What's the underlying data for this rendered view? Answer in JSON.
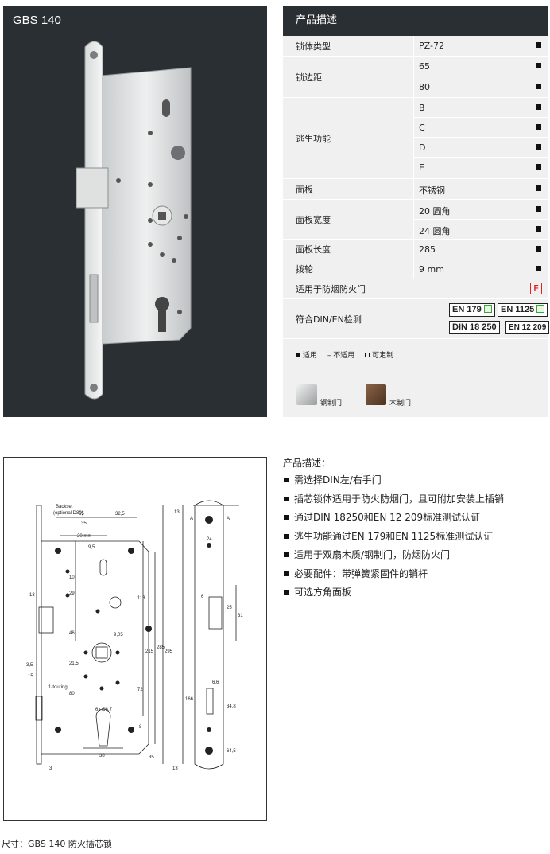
{
  "photo": {
    "title": "GBS 140"
  },
  "spec": {
    "header": "产品描述",
    "rows": [
      {
        "label": "锁体类型",
        "values": [
          "PZ-72"
        ]
      },
      {
        "label": "锁边距",
        "values": [
          "65",
          "80"
        ]
      },
      {
        "label": "逃生功能",
        "values": [
          "B",
          "C",
          "D",
          "E"
        ]
      },
      {
        "label": "面板",
        "values": [
          "不锈钢"
        ]
      },
      {
        "label": "面板宽度",
        "values": [
          "20 圆角",
          "24 圆角"
        ]
      },
      {
        "label": "面板长度",
        "values": [
          "285"
        ]
      },
      {
        "label": "拨轮",
        "values": [
          "9 mm"
        ]
      },
      {
        "label": "适用于防烟防火门",
        "badge": "F"
      },
      {
        "label": "符合DIN/EN检测",
        "certs": [
          "EN 179",
          "EN 1125",
          "DIN 18 250",
          "EN 12 209"
        ]
      }
    ],
    "legend": {
      "available": "适用",
      "not_available": "– 不适用",
      "customizable": "可定制"
    },
    "doors": [
      {
        "label": "钢制门",
        "color": "#b9bcbd"
      },
      {
        "label": "木制门",
        "color": "#6b4a33"
      }
    ]
  },
  "drawing": {
    "labels": {
      "backset": "Backset",
      "backset_opt": "(optional D80)",
      "a_left": "A",
      "a_right": "A",
      "one_touch": "1-touring"
    },
    "dims": [
      "65",
      "32,5",
      "35",
      "20 mm",
      "9,5",
      "10",
      "29",
      "113",
      "46",
      "9,05",
      "21,5",
      "215",
      "285",
      "295",
      "72",
      "80",
      "6x Ø8,7",
      "8",
      "38",
      "35",
      "13",
      "3,5",
      "15",
      "3",
      "13",
      "24",
      "6",
      "25",
      "31",
      "6,6",
      "166",
      "34,8",
      "64,5",
      "13"
    ]
  },
  "description": {
    "title": "产品描述：",
    "items": [
      "需选择DIN左/右手门",
      "插芯锁体适用于防火防烟门，且可附加安装上插销",
      "通过DIN 18250和EN 12 209标准测试认证",
      "逃生功能通过EN 179和EN 1125标准测试认证",
      "适用于双扇木质/钢制门，防烟防火门",
      "必要配件：带弹簧紧固件的销杆",
      "可选方角面板"
    ]
  },
  "caption": "尺寸：GBS 140 防火插芯锁"
}
